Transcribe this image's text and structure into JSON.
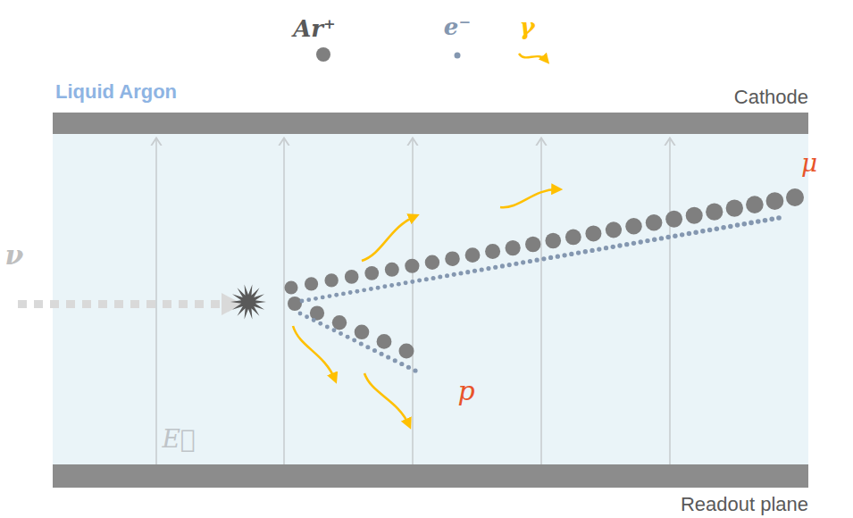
{
  "diagram": {
    "nodes": [
      {
        "text": [
          "Cathode"
        ]
      },
      {
        "text": [
          "Readout plane"
        ]
      }
    ],
    "labels": [
      "Liquid Argon",
      "E⃗",
      "ν",
      "μ",
      "p"
    ],
    "legend": [
      {
        "text": "Ar⁺",
        "color": "#7f7f7f"
      },
      {
        "text": "e⁻",
        "color": "#8497b0"
      },
      {
        "text": "γ"
      }
    ]
  }
}
